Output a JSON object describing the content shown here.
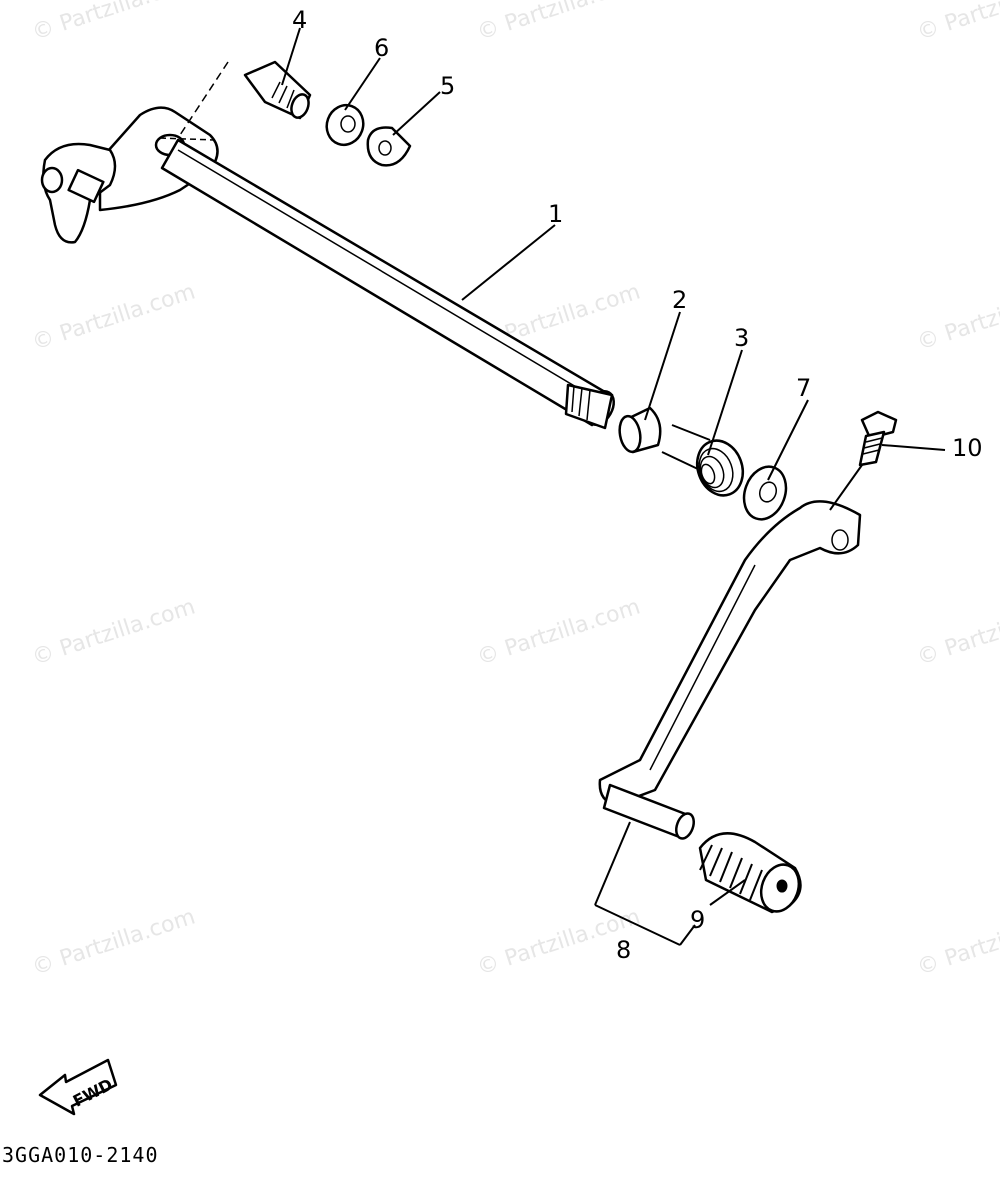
{
  "diagram": {
    "part_code": "3GGA010-2140",
    "direction_label": "FWD",
    "watermark_text": "© Partzilla.com",
    "callouts": [
      "1",
      "2",
      "3",
      "4",
      "5",
      "6",
      "7",
      "8",
      "9",
      "10"
    ]
  }
}
